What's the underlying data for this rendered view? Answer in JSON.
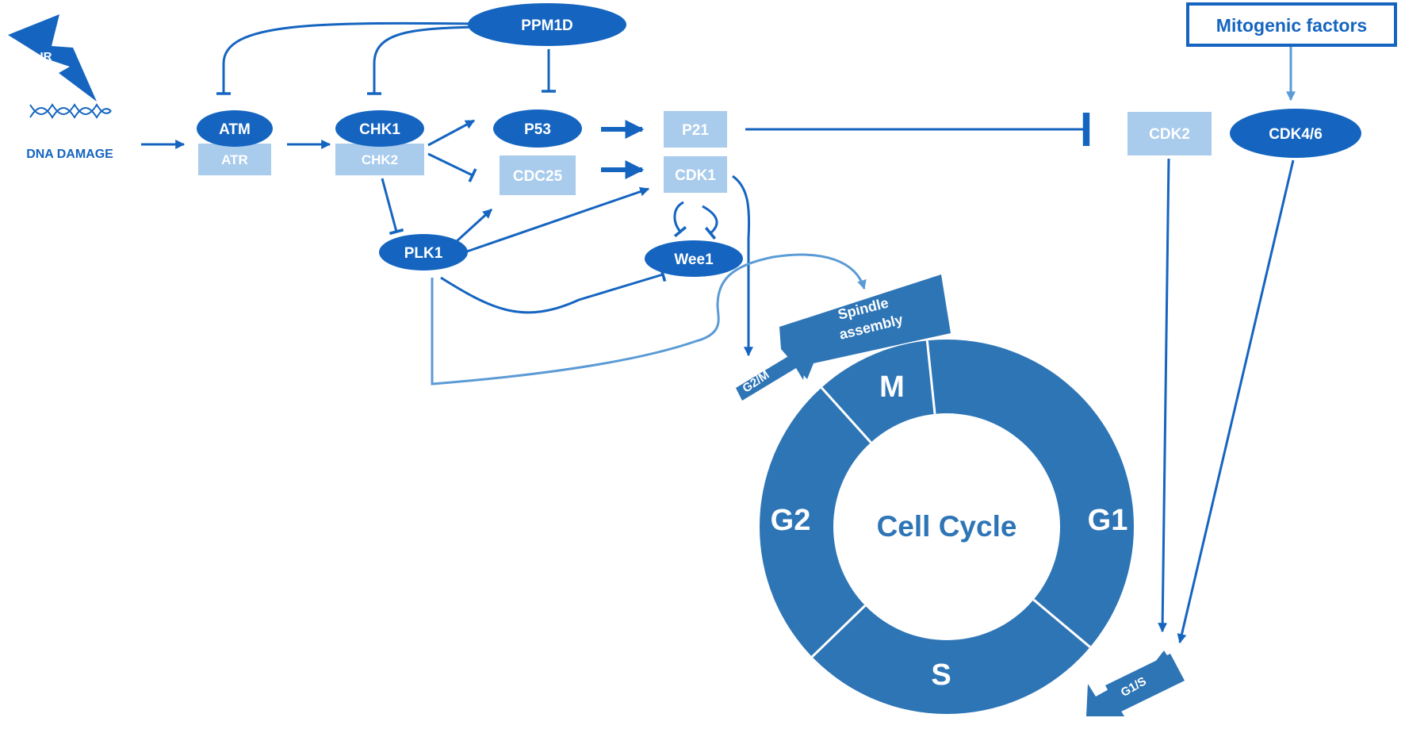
{
  "colors": {
    "primary": "#1565c0",
    "light": "#a9cbec",
    "ring": "#2e75b6",
    "white": "#ffffff"
  },
  "icons": {
    "ir": "lightning-bolt-icon",
    "dna": "dna-helix-icon"
  },
  "labels": {
    "ir": "IR",
    "dna_damage": "DNA DAMAGE",
    "atm": "ATM",
    "atr": "ATR",
    "chk1": "CHK1",
    "chk2": "CHK2",
    "ppm1d": "PPM1D",
    "p53": "P53",
    "cdc25": "CDC25",
    "plk1": "PLK1",
    "p21": "P21",
    "cdk1": "CDK1",
    "wee1": "Wee1",
    "mitogenic": "Mitogenic factors",
    "cdk2": "CDK2",
    "cdk46": "CDK4/6",
    "spindle_line1": "Spindle",
    "spindle_line2": "assembly",
    "g2m": "G2/M",
    "g1s": "G1/S",
    "cell_cycle": "Cell Cycle",
    "phase_m": "M",
    "phase_g1": "G1",
    "phase_s": "S",
    "phase_g2": "G2"
  }
}
